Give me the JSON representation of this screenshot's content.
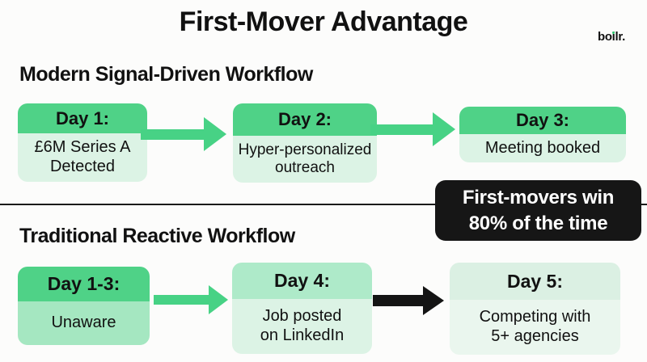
{
  "title": "First-Mover Advantage",
  "logo": {
    "text": "boilr."
  },
  "callout": {
    "line1": "First-movers win",
    "line2": "80% of the time"
  },
  "modern": {
    "heading": "Modern Signal-Driven Workflow",
    "steps": [
      {
        "header": "Day 1:",
        "body": "£6M Series A\nDetected"
      },
      {
        "header": "Day 2:",
        "body": "Hyper-personalized\noutreach"
      },
      {
        "header": "Day 3:",
        "body": "Meeting booked"
      }
    ]
  },
  "traditional": {
    "heading": "Traditional Reactive Workflow",
    "steps": [
      {
        "header": "Day 1-3:",
        "body": "Unaware"
      },
      {
        "header": "Day 4:",
        "body": "Job posted\non LinkedIn"
      },
      {
        "header": "Day 5:",
        "body": "Competing with\n5+ agencies"
      }
    ]
  },
  "colors": {
    "green_strong": "#4fd287",
    "green_arrow": "#47d285",
    "green_mid": "#a5e7c1",
    "green_light_header": "#aeeac9",
    "green_pale": "#dcf3e5",
    "green_paler": "#dbf0e3",
    "green_palest": "#eaf6ee",
    "callout_black": "#161616",
    "text": "#111111",
    "background": "#fcfcfb"
  }
}
